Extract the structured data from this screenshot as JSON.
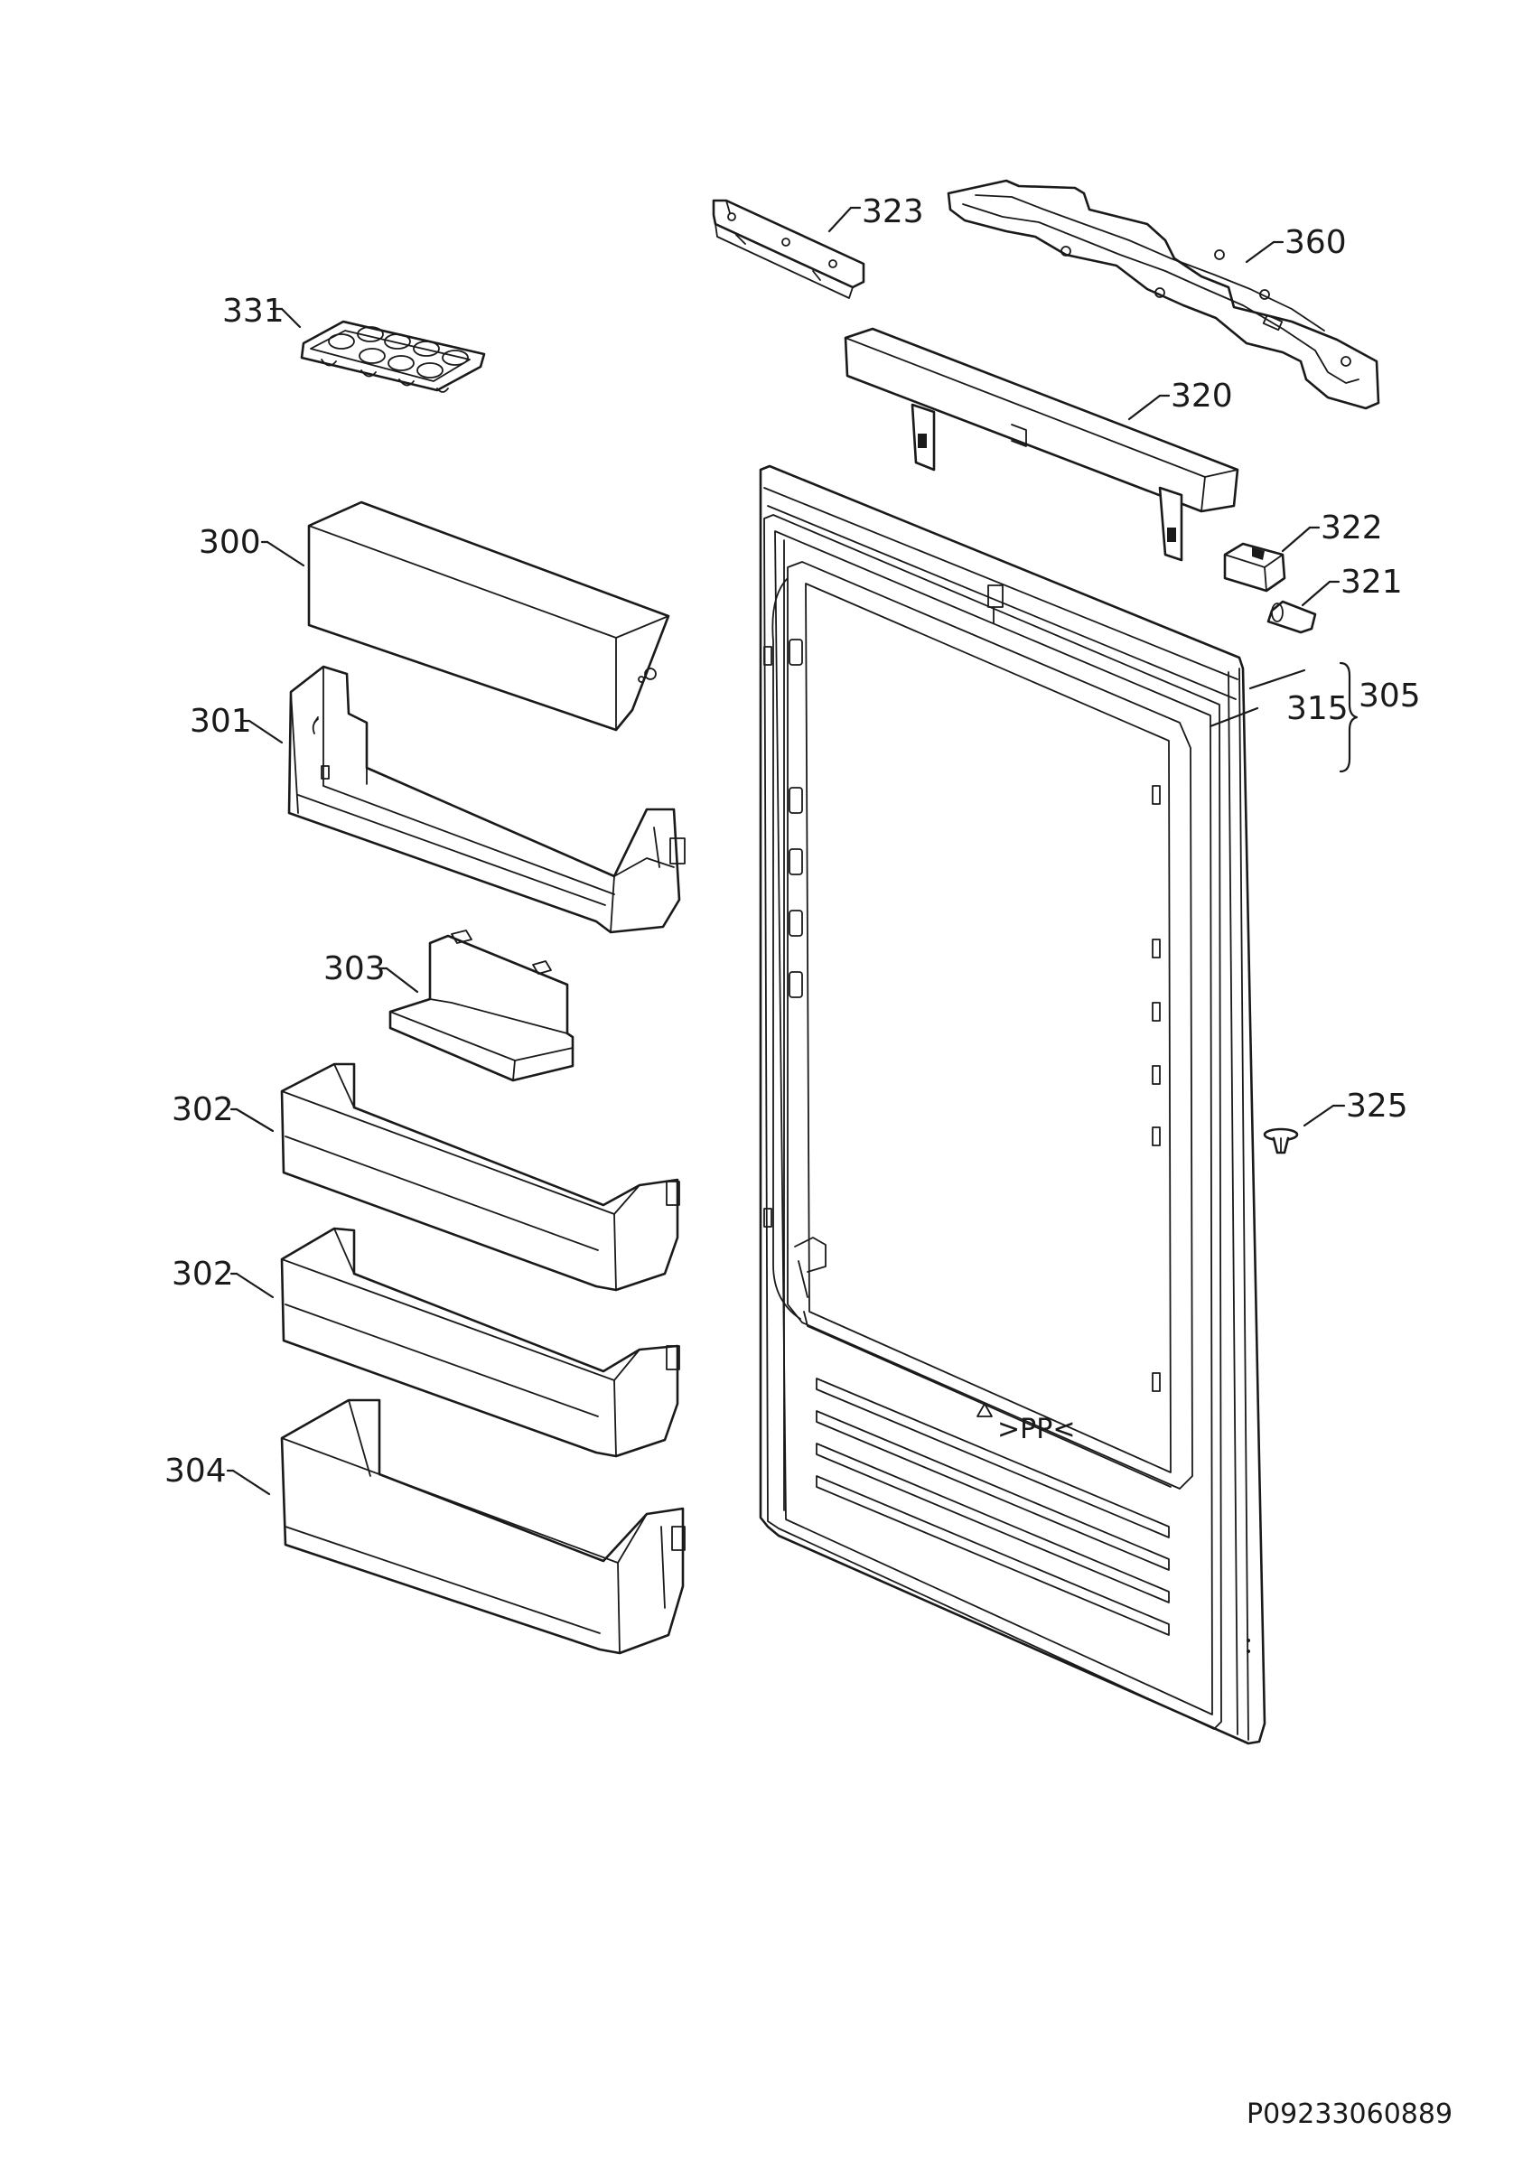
{
  "labels": {
    "p300": "300",
    "p301": "301",
    "p302a": "302",
    "p302b": "302",
    "p303": "303",
    "p304": "304",
    "p305": "305",
    "p315": "315",
    "p320": "320",
    "p321": "321",
    "p322": "322",
    "p323": "323",
    "p325": "325",
    "p331": "331",
    "p360": "360"
  },
  "drawing_code": "P09233060889",
  "colors": {
    "line": "#1a1a1a",
    "background": "#ffffff"
  }
}
